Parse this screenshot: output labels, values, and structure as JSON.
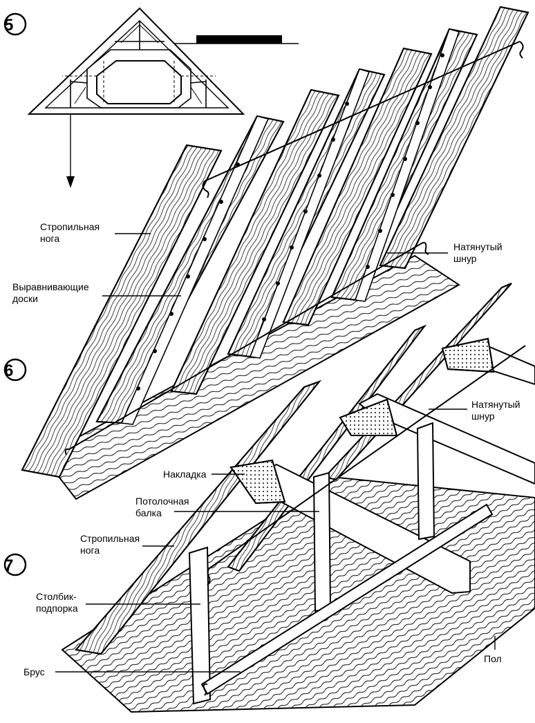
{
  "steps": {
    "step5": "5",
    "step6": "6",
    "step7": "7"
  },
  "labels": {
    "rafter_top": [
      "Стропильная",
      "нога"
    ],
    "leveling_boards": [
      "Выравнивающие",
      "доски"
    ],
    "taut_cord_top": [
      "Натянутый",
      "шнур"
    ],
    "taut_cord_bottom": [
      "Натянутый",
      "шнур"
    ],
    "gusset": [
      "Накладка"
    ],
    "ceiling_joist": [
      "Потолочная",
      "балка"
    ],
    "rafter_bottom": [
      "Стропильная",
      "нога"
    ],
    "post": [
      "Столбик-",
      "подпорка"
    ],
    "beam": [
      "Брус"
    ],
    "floor": [
      "Пол"
    ]
  },
  "colors": {
    "ink": "#000000",
    "paper": "#ffffff"
  }
}
